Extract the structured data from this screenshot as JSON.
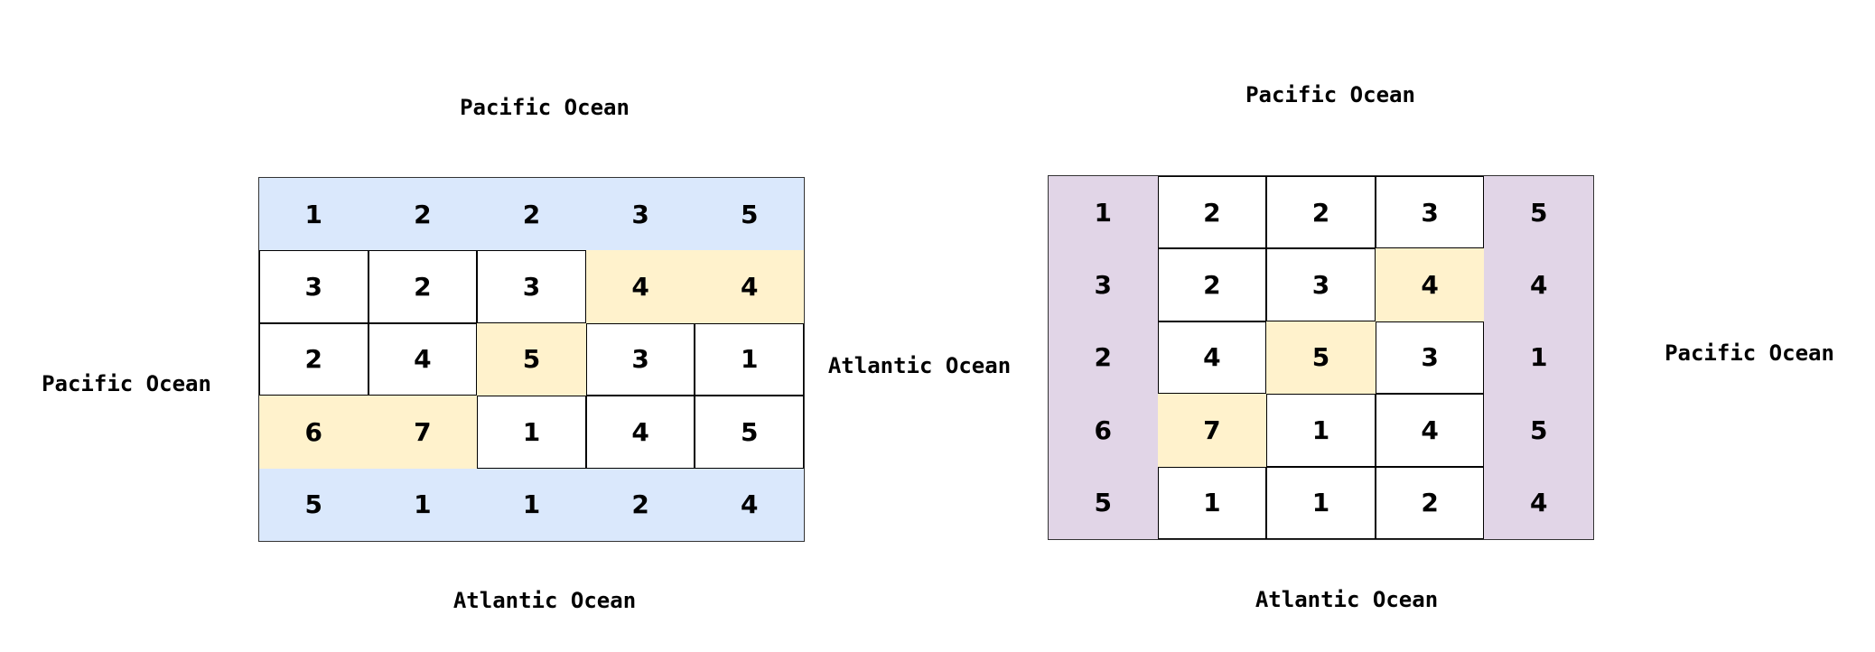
{
  "left_map": {
    "labels": {
      "top": "Pacific Ocean",
      "left": "Pacific Ocean",
      "right": "Atlantic Ocean",
      "bottom": "Atlantic Ocean"
    },
    "rows": [
      [
        1,
        2,
        2,
        3,
        5
      ],
      [
        3,
        2,
        3,
        4,
        4
      ],
      [
        2,
        4,
        5,
        3,
        1
      ],
      [
        6,
        7,
        1,
        4,
        5
      ],
      [
        5,
        1,
        1,
        2,
        4
      ]
    ],
    "fills": [
      [
        "b",
        "b",
        "b",
        "b",
        "b"
      ],
      [
        "w",
        "w",
        "w",
        "y",
        "y"
      ],
      [
        "w",
        "w",
        "y",
        "w",
        "w"
      ],
      [
        "y",
        "y",
        "w",
        "w",
        "w"
      ],
      [
        "b",
        "b",
        "b",
        "b",
        "b"
      ]
    ]
  },
  "right_map": {
    "labels": {
      "top": "Pacific Ocean",
      "right": "Pacific Ocean",
      "bottom": "Atlantic Ocean"
    },
    "rows": [
      [
        1,
        2,
        2,
        3,
        5
      ],
      [
        3,
        2,
        3,
        4,
        4
      ],
      [
        2,
        4,
        5,
        3,
        1
      ],
      [
        6,
        7,
        1,
        4,
        5
      ],
      [
        5,
        1,
        1,
        2,
        4
      ]
    ],
    "fills": [
      [
        "p",
        "w",
        "w",
        "w",
        "p"
      ],
      [
        "p",
        "w",
        "w",
        "y",
        "p"
      ],
      [
        "p",
        "w",
        "y",
        "w",
        "p"
      ],
      [
        "p",
        "y",
        "w",
        "w",
        "p"
      ],
      [
        "p",
        "w",
        "w",
        "w",
        "p"
      ]
    ]
  },
  "colors": {
    "b": "#dae8fc",
    "y": "#fff2cc",
    "p": "#e1d5e7",
    "w": "#ffffff"
  }
}
